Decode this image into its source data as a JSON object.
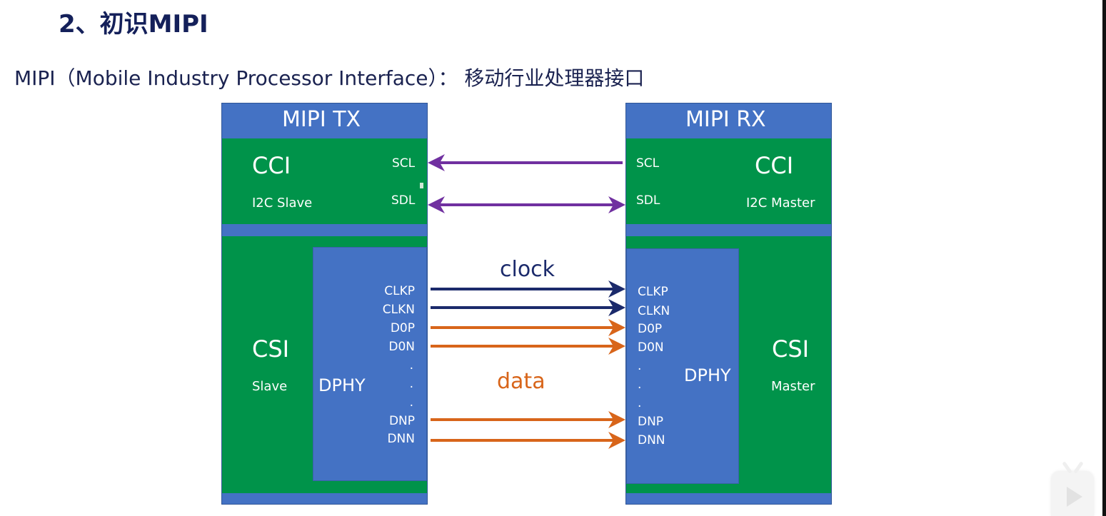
{
  "slide": {
    "title": "2、初识MIPI",
    "subtitle": "MIPI（Mobile Industry Processor Interface）： 移动行业处理器接口"
  },
  "colors": {
    "block_blue": "#4472c4",
    "block_green": "#00934a",
    "cci_arrow": "#7030a0",
    "clock_arrow": "#1b2a6b",
    "data_arrow": "#d8651a"
  },
  "tx": {
    "header": "MIPI TX",
    "cci": {
      "title": "CCI",
      "subtitle": "I2C Slave",
      "pins": [
        "SCL",
        "SDL"
      ]
    },
    "csi": {
      "title": "CSI",
      "subtitle": "Slave"
    },
    "dphy": {
      "title": "DPHY",
      "pins": [
        "CLKP",
        "CLKN",
        "D0P",
        "D0N",
        ".",
        ".",
        ".",
        "DNP",
        "DNN"
      ]
    }
  },
  "rx": {
    "header": "MIPI RX",
    "cci": {
      "title": "CCI",
      "subtitle": "I2C Master",
      "pins": [
        "SCL",
        "SDL"
      ]
    },
    "csi": {
      "title": "CSI",
      "subtitle": "Master"
    },
    "dphy": {
      "title": "DPHY",
      "pins": [
        "CLKP",
        "CLKN",
        "D0P",
        "D0N",
        ".",
        ".",
        ".",
        "DNP",
        "DNN"
      ]
    }
  },
  "links": {
    "clock_label": "clock",
    "data_label": "data",
    "connections": [
      {
        "from": "RX.SCL",
        "to": "TX.SCL",
        "direction": "rx-to-tx",
        "group": "cci"
      },
      {
        "from": "TX.SDL",
        "to": "RX.SDL",
        "direction": "bidirectional",
        "group": "cci"
      },
      {
        "from": "TX.CLKP",
        "to": "RX.CLKP",
        "direction": "tx-to-rx",
        "group": "clock"
      },
      {
        "from": "TX.CLKN",
        "to": "RX.CLKN",
        "direction": "tx-to-rx",
        "group": "clock"
      },
      {
        "from": "TX.D0P",
        "to": "RX.D0P",
        "direction": "tx-to-rx",
        "group": "data"
      },
      {
        "from": "TX.D0N",
        "to": "RX.D0N",
        "direction": "tx-to-rx",
        "group": "data"
      },
      {
        "from": "TX.DNP",
        "to": "RX.DNP",
        "direction": "tx-to-rx",
        "group": "data"
      },
      {
        "from": "TX.DNN",
        "to": "RX.DNN",
        "direction": "tx-to-rx",
        "group": "data"
      }
    ]
  }
}
